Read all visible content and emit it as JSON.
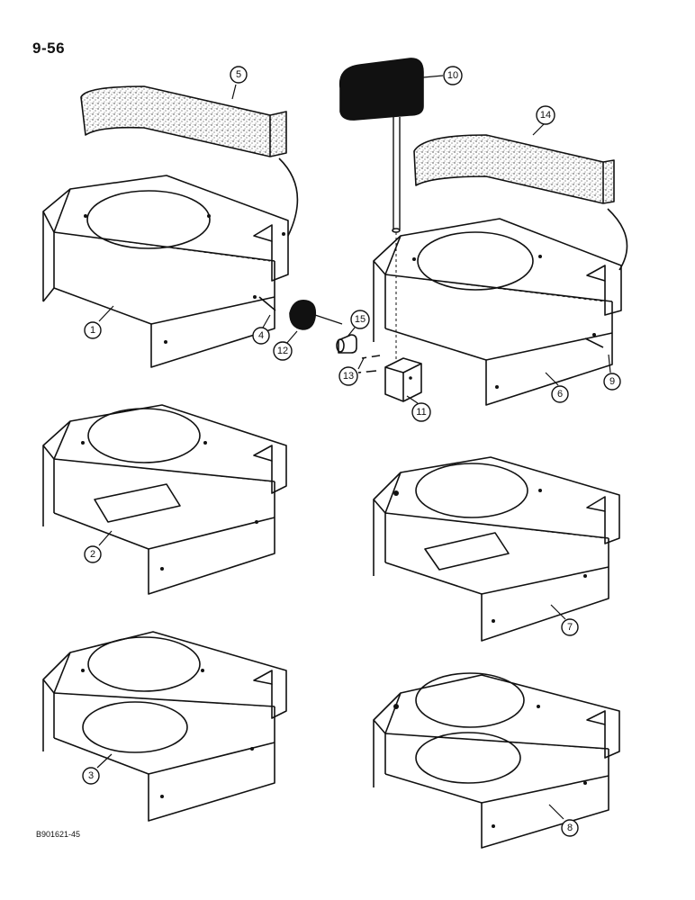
{
  "page": {
    "page_number": "9-56",
    "figure_code": "B901621-45"
  },
  "callouts": [
    "1",
    "2",
    "3",
    "4",
    "5",
    "6",
    "7",
    "8",
    "9",
    "10",
    "11",
    "12",
    "13",
    "14",
    "15"
  ],
  "colors": {
    "ink": "#111111",
    "paper": "#ffffff"
  }
}
